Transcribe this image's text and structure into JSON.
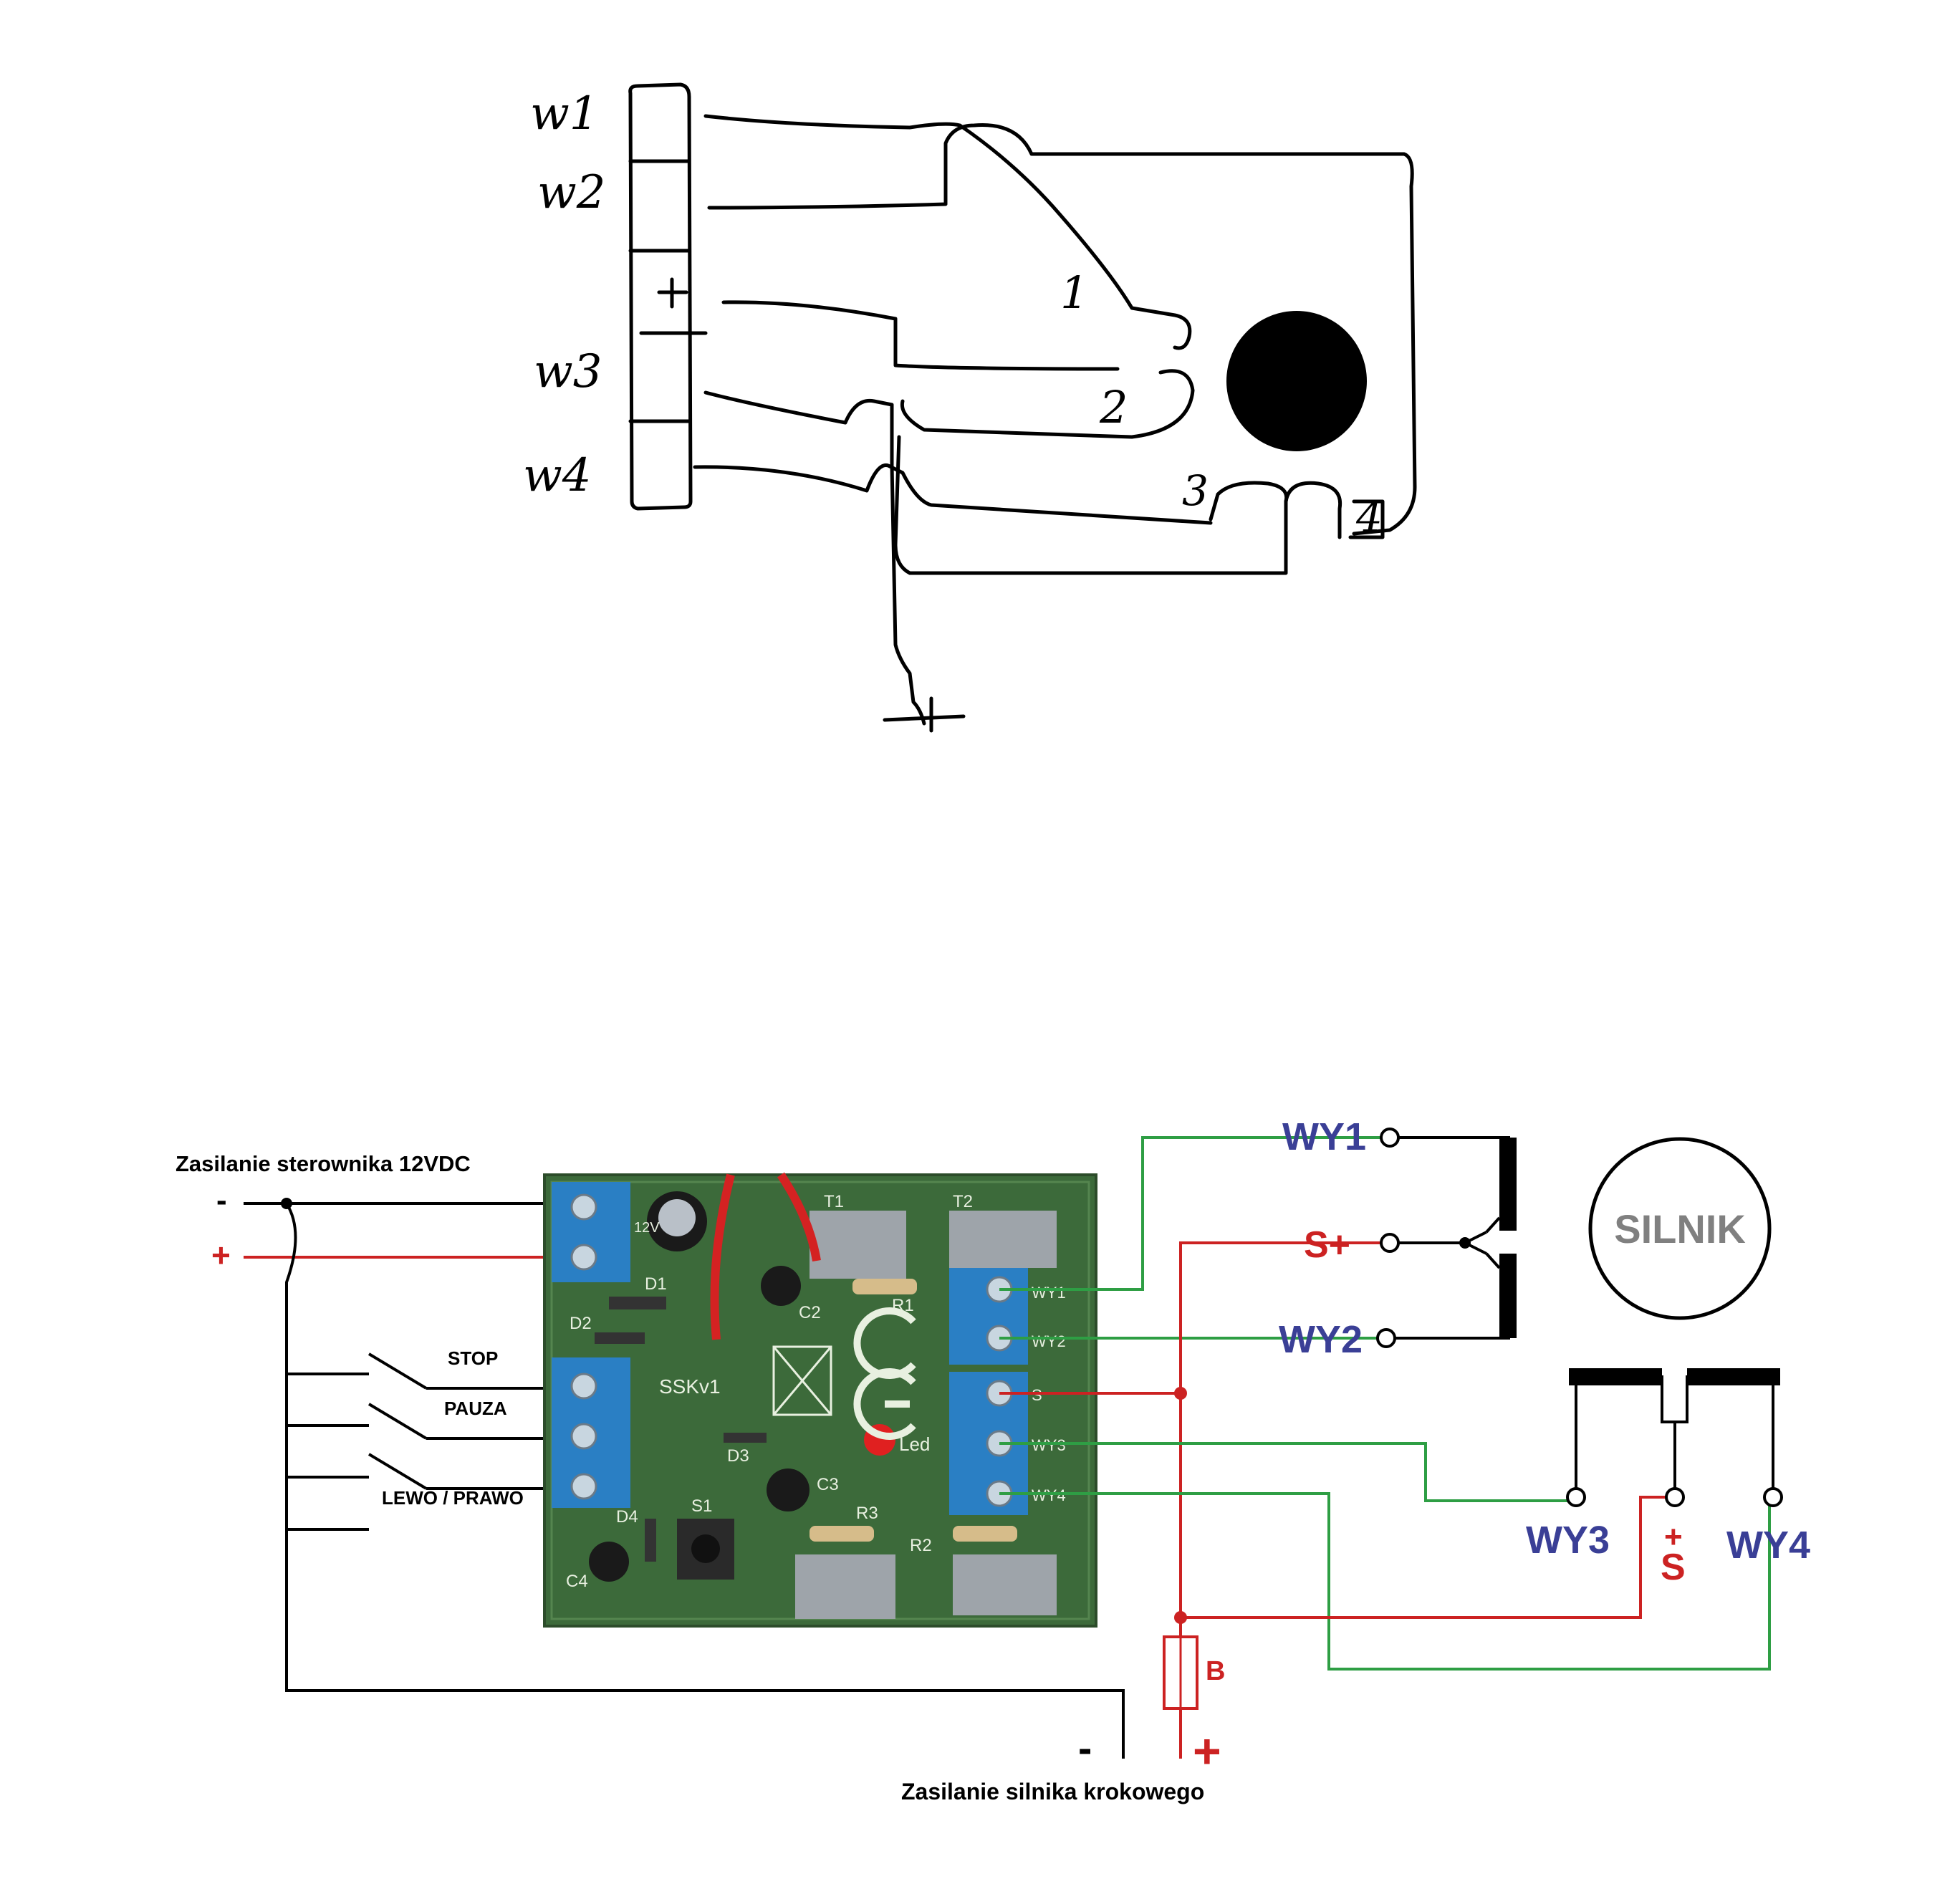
{
  "colors": {
    "black": "#000000",
    "red": "#cc2222",
    "green": "#2e9e44",
    "blue": "#3a3f96",
    "grey": "#808080",
    "pcb": "#3c6a3a",
    "terminal": "#2a7fc4"
  },
  "sketch": {
    "labels": {
      "w1": "w1",
      "w2": "w2",
      "plus_connector": "+",
      "w3": "w3",
      "w4": "w4",
      "coil_1": "1",
      "coil_2": "2",
      "coil_3": "3",
      "coil_4": "4",
      "supply_plus": "+"
    }
  },
  "schematic": {
    "controller_supply": {
      "title": "Zasilanie sterownika 12VDC",
      "minus": "-",
      "plus": "+"
    },
    "switches": {
      "stop": "STOP",
      "pauza": "PAUZA",
      "lewo_prawo": "LEWO / PRAWO"
    },
    "board": {
      "name": "SSKv1",
      "components": [
        "T1",
        "T2",
        "R1",
        "C2",
        "D1",
        "D2",
        "D3",
        "D4",
        "C3",
        "C4",
        "R2",
        "R3",
        "S1",
        "Led",
        "WY1",
        "WY2",
        "S",
        "WY3",
        "WY4",
        "12V"
      ]
    },
    "motor_top": {
      "wy1": "WY1",
      "s_plus": "S+",
      "wy2": "WY2",
      "motor_label": "SILNIK"
    },
    "motor_bottom": {
      "wy3": "WY3",
      "s_plus_sign": "+",
      "s_letter": "S",
      "wy4": "WY4"
    },
    "motor_supply": {
      "fuse": "B",
      "minus": "-",
      "plus": "+",
      "title": "Zasilanie silnika krokowego"
    }
  }
}
